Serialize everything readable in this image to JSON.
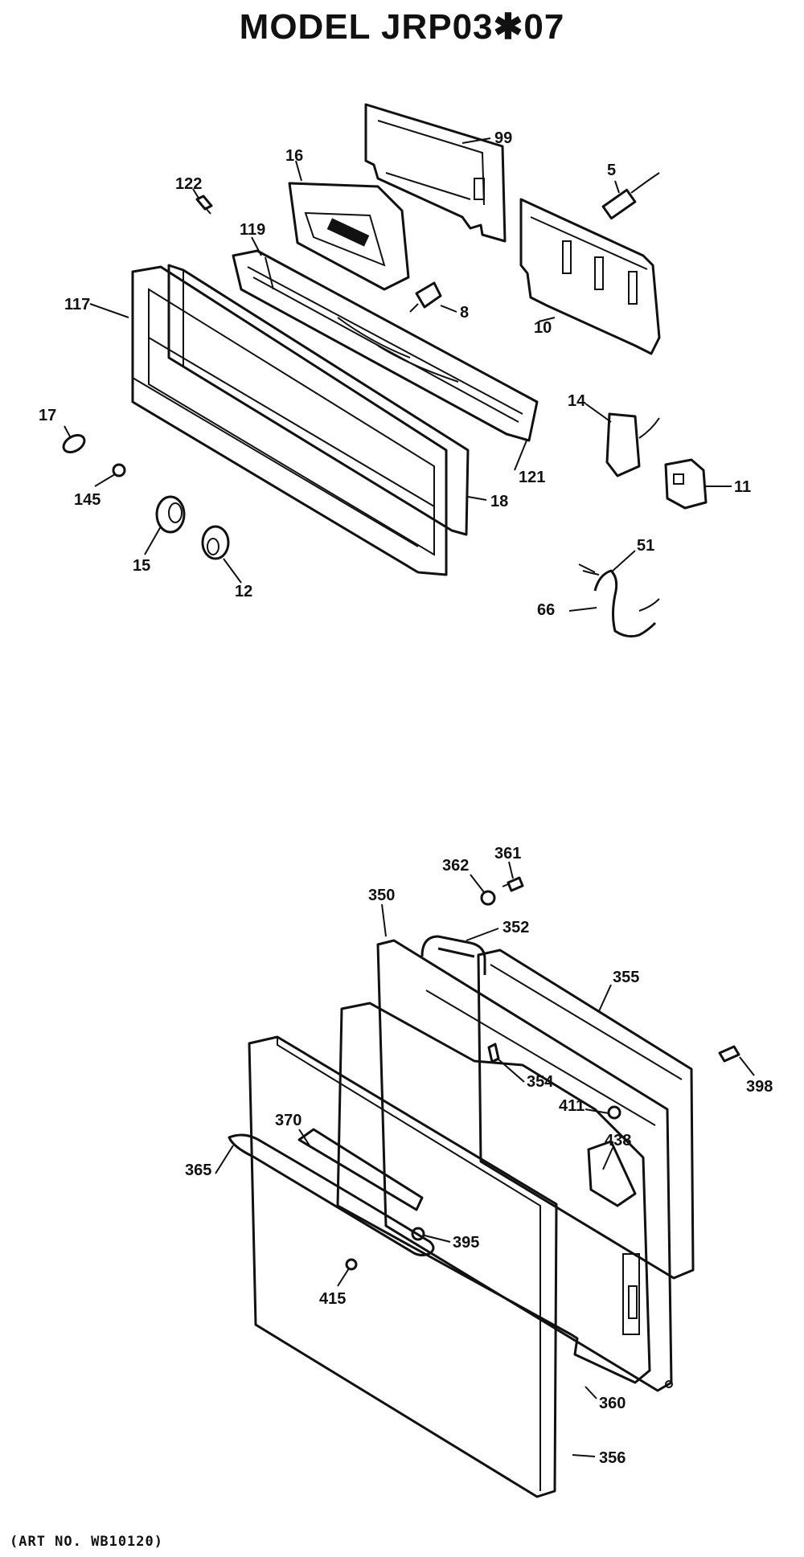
{
  "title": "MODEL JRP03✱07",
  "art_number": "(ART NO. WB10120)",
  "callouts": {
    "p99": "99",
    "p5": "5",
    "p16": "16",
    "p122": "122",
    "p119": "119",
    "p117": "117",
    "p8": "8",
    "p10": "10",
    "p14": "14",
    "p11": "11",
    "p17": "17",
    "p145": "145",
    "p121": "121",
    "p18": "18",
    "p15": "15",
    "p12": "12",
    "p51": "51",
    "p66": "66",
    "p361": "361",
    "p362": "362",
    "p350": "350",
    "p352": "352",
    "p355": "355",
    "p398": "398",
    "p354": "354",
    "p411": "411",
    "p370": "370",
    "p438": "438",
    "p365": "365",
    "p395": "395",
    "p415": "415",
    "p360": "360",
    "p356": "356"
  }
}
